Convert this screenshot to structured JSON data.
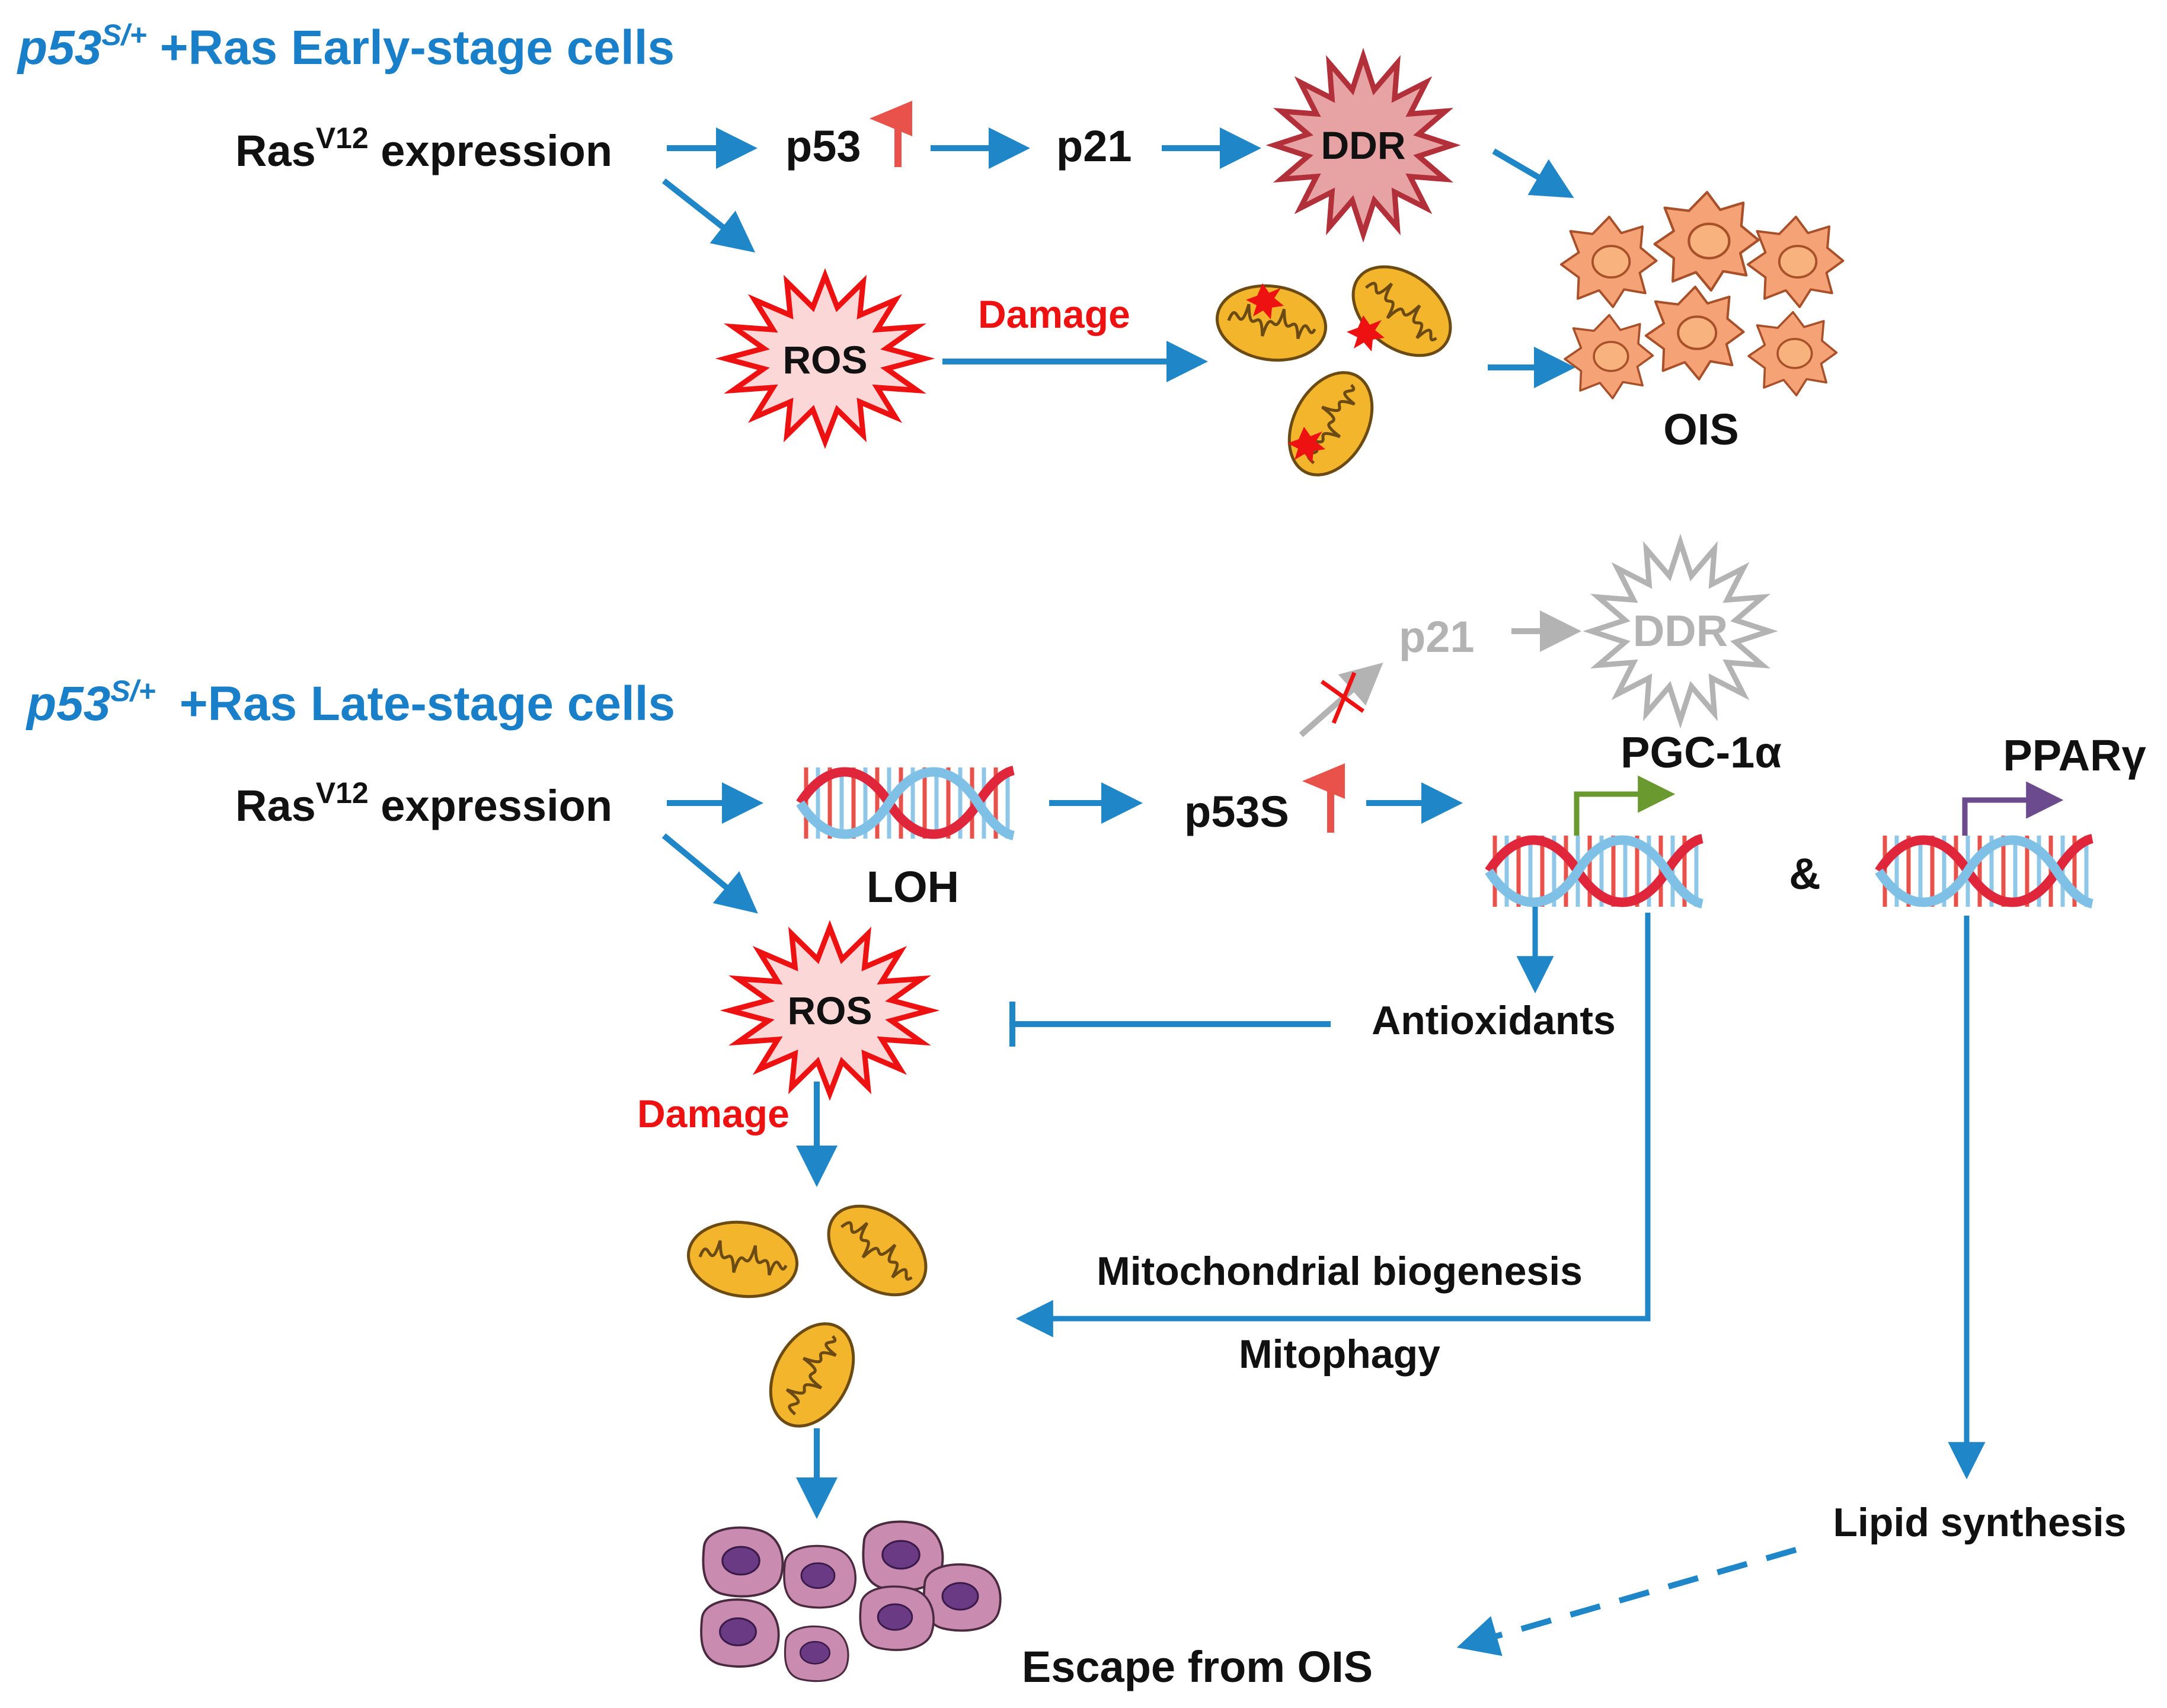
{
  "panel_early": {
    "title_gene": "p53",
    "title_sup": "S/+",
    "title_rest": "+Ras Early-stage cells",
    "ras_main": "Ras",
    "ras_sup": "V12",
    "ras_rest": " expression",
    "p53": "p53",
    "p21": "p21",
    "ddr": "DDR",
    "ros": "ROS",
    "damage": "Damage",
    "ois": "OIS"
  },
  "panel_late": {
    "title_gene": "p53",
    "title_sup": "S/+",
    "title_rest": "+Ras Late-stage cells",
    "ras_main": "Ras",
    "ras_sup": "V12",
    "ras_rest": " expression",
    "loh": "LOH",
    "p53s": "p53S",
    "p21_inactive": "p21",
    "ddr_inactive": "DDR",
    "pgc1a": "PGC-1α",
    "ampersand": "&",
    "ppar": "PPARγ",
    "ros": "ROS",
    "antioxidants": "Antioxidants",
    "damage": "Damage",
    "mito_biogenesis": "Mitochondrial biogenesis",
    "mitophagy": "Mitophagy",
    "lipid_synthesis": "Lipid synthesis",
    "escape": "Escape from OIS"
  },
  "colors": {
    "title_blue": "#1a7fc9",
    "arrow_blue": "#1f86c8",
    "red": "#ee1111",
    "grey": "#b3b3b3",
    "green": "#6a9a2f",
    "purple": "#6b4a8e",
    "senescent_cell": "#f5a277",
    "escaped_cell": "#c98bb0",
    "mitochondria": "#f2b52b"
  },
  "icons": [
    "burst-ddr",
    "burst-ros",
    "dna-helix",
    "mitochondrion",
    "senescent-cell",
    "escaped-cell",
    "inhibition-bar"
  ]
}
